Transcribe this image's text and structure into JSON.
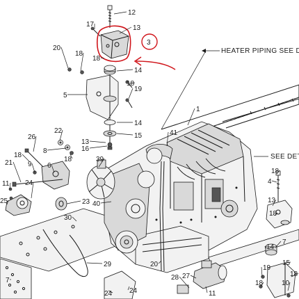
{
  "diagram": {
    "notes": {
      "heater_piping": "HEATER PIPING SEE D",
      "see_detail": "SEE DET"
    },
    "callout_number": "3",
    "part_labels": [
      "12",
      "17",
      "13",
      "3",
      "20",
      "18",
      "18",
      "14",
      "5",
      "19",
      "18",
      "1",
      "14",
      "15",
      "26",
      "22",
      "8",
      "18",
      "16",
      "13",
      "41",
      "21",
      "18",
      "9",
      "6",
      "39",
      "24",
      "23",
      "40",
      "11",
      "25",
      "30",
      "29",
      "14",
      "19",
      "18",
      "7",
      "7",
      "15",
      "10",
      "18",
      "20",
      "28",
      "27",
      "11",
      "24",
      "4",
      "18",
      "18",
      "13",
      "24"
    ],
    "colors": {
      "ink": "#1a1a1a",
      "annotation": "#d0141a",
      "background": "#ffffff"
    }
  }
}
